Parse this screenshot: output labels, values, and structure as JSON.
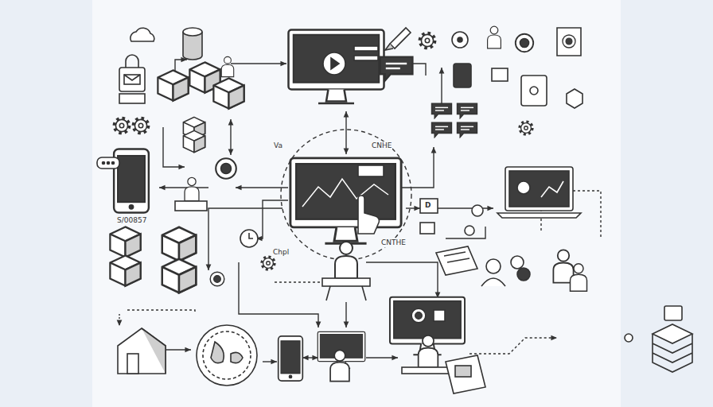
{
  "diagram": {
    "labels": [
      "Va",
      "CNHE",
      "Chpl",
      "CNTHE",
      "S/00857",
      "D"
    ]
  }
}
